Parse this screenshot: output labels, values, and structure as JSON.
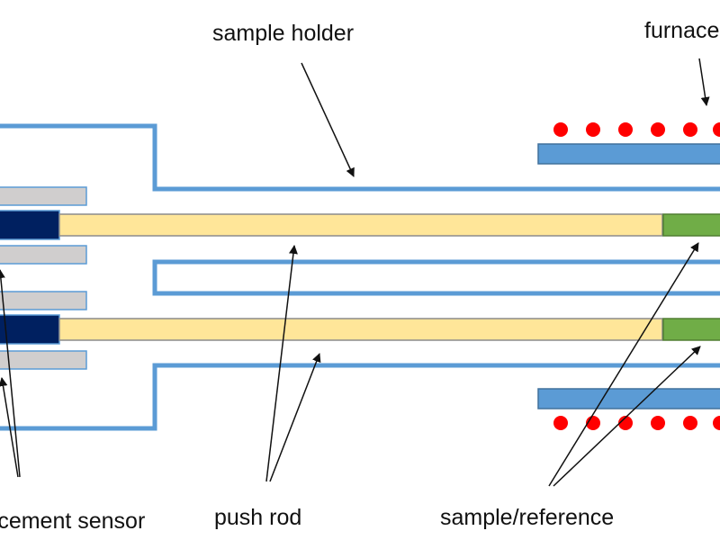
{
  "labels": {
    "sample_holder": "sample holder",
    "furnace": "furnace",
    "displacement_sensor": "displacement sensor",
    "push_rod": "push rod",
    "sample_reference": "sample/reference"
  },
  "colors": {
    "holder_outline": "#5b9bd5",
    "furnace_plate": "#5b9bd5",
    "furnace_plate_border": "#41719c",
    "heater_dot": "#ff0000",
    "push_rod": "#ffe699",
    "push_rod_border": "#8c8c8c",
    "sensor_core": "#002060",
    "sensor_guide": "#d0cece",
    "sample": "#70ad47",
    "arrow": "#111111"
  }
}
